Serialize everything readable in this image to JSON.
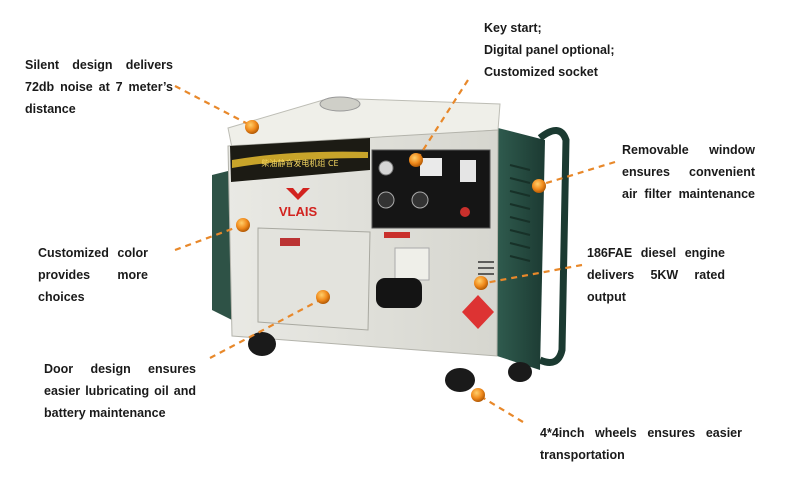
{
  "brand": {
    "logo_text": "VLAIS",
    "panel_label": "柴油静音发电机组 CE"
  },
  "accent_color": "#f08a1c",
  "callouts": {
    "silent": [
      "Silent design delivers",
      "72db noise at 7 meter’s",
      "distance"
    ],
    "keystart": [
      "Key start;",
      "Digital panel optional;",
      "Customized socket"
    ],
    "window": [
      "Removable window",
      "ensures convenient",
      "air filter maintenance"
    ],
    "color": [
      "Customized color",
      "provides more",
      "choices"
    ],
    "engine": [
      "186FAE diesel engine",
      "delivers 5KW rated",
      "output"
    ],
    "door": [
      "Door design ensures",
      "easier lubricating oil and",
      "battery maintenance"
    ],
    "wheels": [
      "4*4inch wheels ensures easier",
      "transportation"
    ]
  }
}
